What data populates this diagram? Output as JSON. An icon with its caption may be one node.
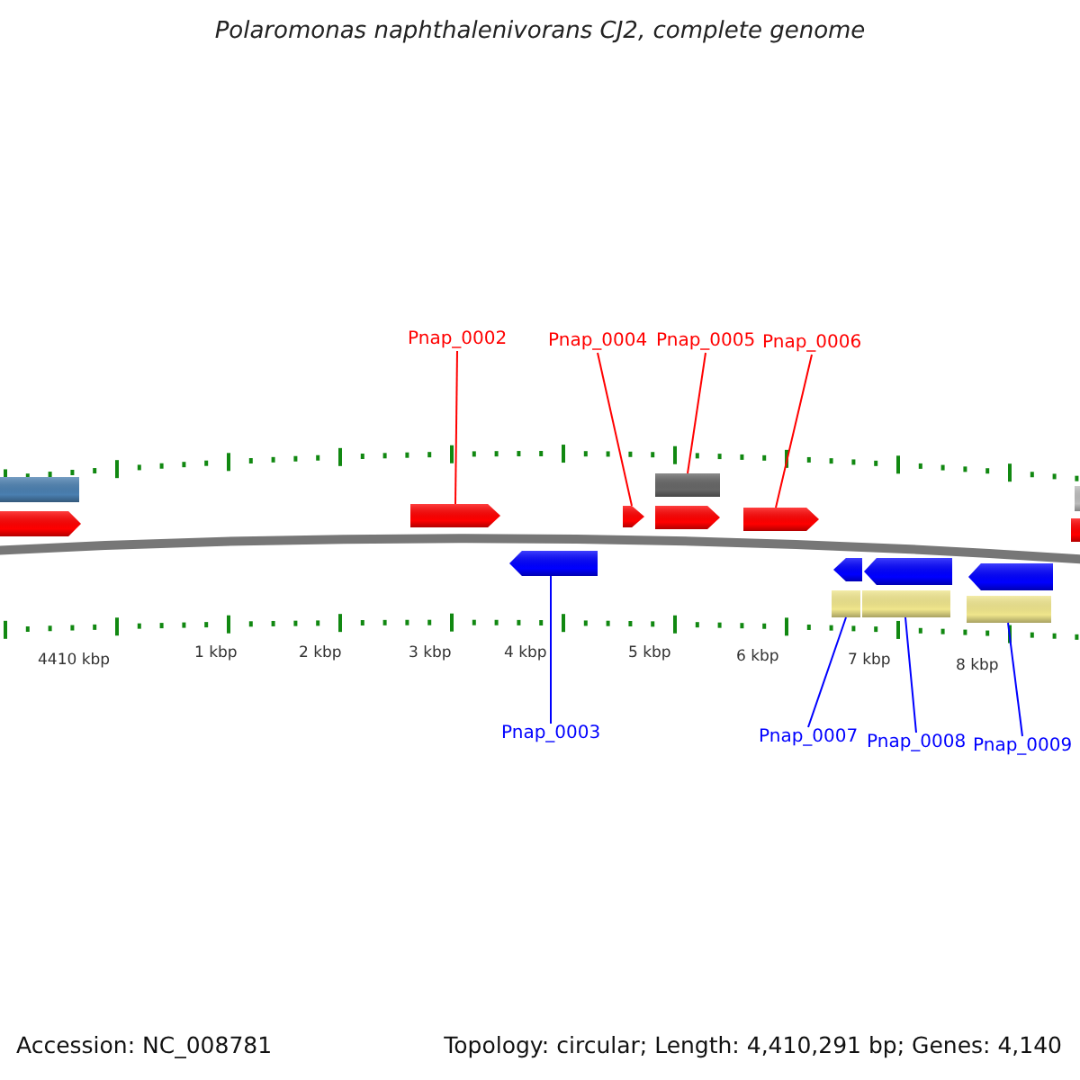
{
  "diagram": {
    "title": "Polaromonas naphthalenivorans CJ2, complete genome",
    "nodes": [
      {
        "text": [
          "Pnap_0002"
        ]
      },
      {
        "text": [
          "Pnap_0004"
        ]
      },
      {
        "text": [
          "Pnap_0005"
        ]
      },
      {
        "text": [
          "Pnap_0006"
        ]
      },
      {
        "text": [
          "Pnap_0003"
        ]
      },
      {
        "text": [
          "Pnap_0007"
        ]
      },
      {
        "text": [
          "Pnap_0008"
        ]
      },
      {
        "text": [
          "Pnap_0009"
        ]
      },
      {
        "text": [],
        "shape": "bar"
      },
      {
        "text": [],
        "shape": "bar"
      },
      {
        "text": [],
        "shape": "bar"
      },
      {
        "text": [],
        "shape": "bar"
      },
      {
        "text": [],
        "shape": "bar"
      },
      {
        "text": [],
        "shape": "bar"
      },
      {
        "text": [],
        "shape": "bar"
      },
      {
        "text": [],
        "shape": "bar"
      },
      {
        "text": [],
        "shape": "bar"
      },
      {
        "text": [],
        "shape": "bar"
      },
      {
        "text": [],
        "shape": "bar"
      },
      {
        "text": [],
        "shape": "bar"
      },
      {
        "text": [],
        "shape": "bar"
      },
      {
        "text": [],
        "shape": "bar"
      },
      {
        "text": [],
        "shape": "bar"
      },
      {
        "text": [],
        "shape": "bar"
      }
    ],
    "edges": [
      {
        "from": 0,
        "to": 10,
        "arrow": "none",
        "color": "#ff0000"
      },
      {
        "from": 1,
        "to": 12,
        "arrow": "none",
        "color": "#ff0000"
      },
      {
        "from": 2,
        "to": 13,
        "arrow": "none",
        "color": "#ff0000"
      },
      {
        "from": 3,
        "to": 15,
        "arrow": "none",
        "color": "#ff0000"
      },
      {
        "from": 4,
        "to": 11,
        "arrow": "none",
        "color": "#0000ff"
      },
      {
        "from": 5,
        "to": 16,
        "arrow": "none",
        "color": "#0000ff"
      },
      {
        "from": 6,
        "to": 18,
        "arrow": "none",
        "color": "#0000ff"
      },
      {
        "from": 7,
        "to": 20,
        "arrow": "none",
        "color": "#0000ff"
      }
    ],
    "labels": [
      "4410 kbp",
      "1 kbp",
      "2 kbp",
      "3 kbp",
      "4 kbp",
      "5 kbp",
      "6 kbp",
      "7 kbp",
      "8 kbp",
      "Accession: NC_008781",
      "Topology: circular; Length: 4,410,291 bp; Genes: 4,140"
    ]
  }
}
